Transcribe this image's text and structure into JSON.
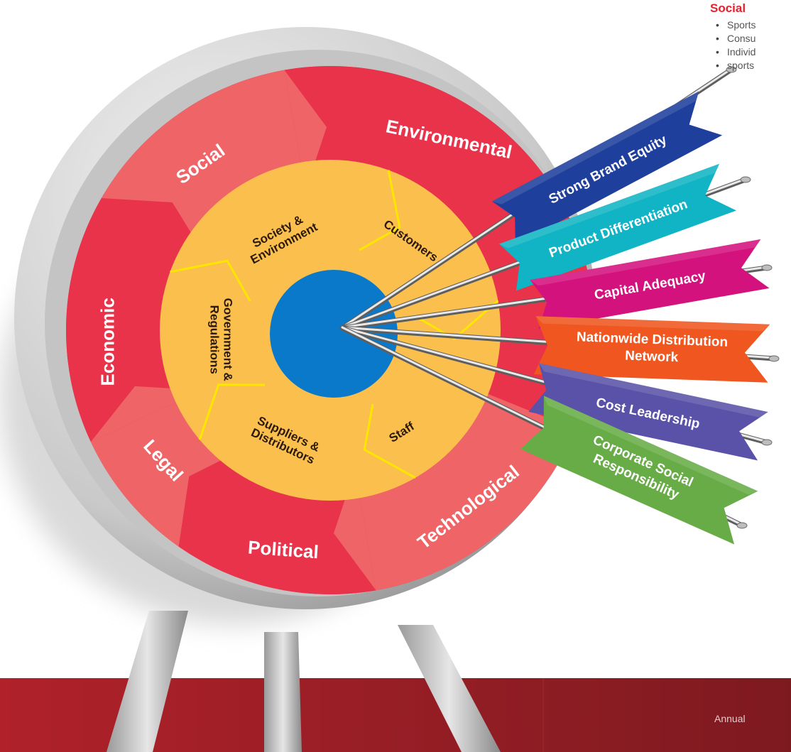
{
  "outer_ring": {
    "segments": [
      {
        "label": "Environmental",
        "color": "#e8334a"
      },
      {
        "label": "Social",
        "color": "#ef6466"
      },
      {
        "label": "Economic",
        "color": "#e8334a"
      },
      {
        "label": "Legal",
        "color": "#ef6466"
      },
      {
        "label": "Political",
        "color": "#e8334a"
      },
      {
        "label": "Technological",
        "color": "#ef6466"
      }
    ]
  },
  "inner_ring": {
    "color": "#fbbf4e",
    "divider_color": "#ffe600",
    "segments": [
      {
        "line1": "Society &",
        "line2": "Environment"
      },
      {
        "line1": "Customers",
        "line2": ""
      },
      {
        "line1": "Government &",
        "line2": "Regulations"
      },
      {
        "line1": "Suppliers &",
        "line2": "Distributors"
      },
      {
        "line1": "Staff",
        "line2": ""
      }
    ]
  },
  "bullseye_color": "#0a79c9",
  "arrows": [
    {
      "line1": "Strong Brand Equity",
      "line2": "",
      "color": "#1f3f9c"
    },
    {
      "line1": "Product Differentiation",
      "line2": "",
      "color": "#10b4c4"
    },
    {
      "line1": "Capital Adequacy",
      "line2": "",
      "color": "#d4127e"
    },
    {
      "line1": "Nationwide Distribution",
      "line2": "Network",
      "color": "#f0561f"
    },
    {
      "line1": "Cost Leadership",
      "line2": "",
      "color": "#5a52a8"
    },
    {
      "line1": "Corporate Social",
      "line2": "Responsibility",
      "color": "#67ac46"
    }
  ],
  "top_note": {
    "heading": "Social",
    "items": [
      "Sports",
      "Consu",
      "Individ",
      "sports"
    ]
  },
  "footer": {
    "text": "Annual",
    "color": "#8a1b22"
  }
}
